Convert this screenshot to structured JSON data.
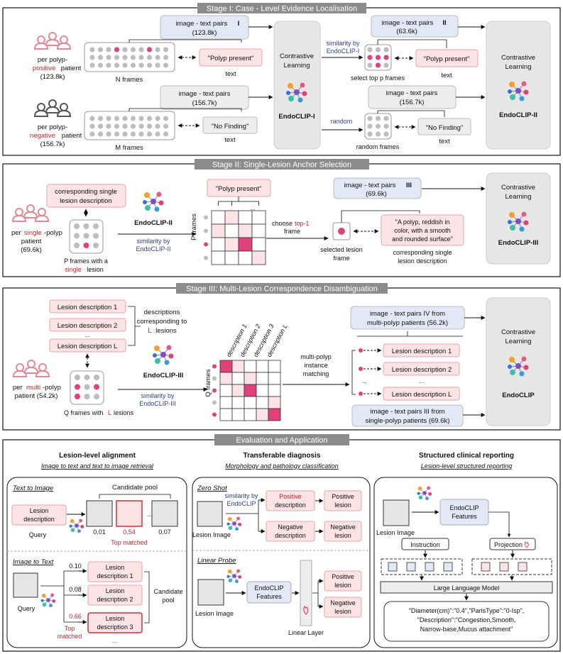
{
  "stage1": {
    "title": "Stage I: Case - Level Evidence Localisation",
    "pos_line1": "per polyp-",
    "pos_line2": "positive",
    "pos_line3": "patient",
    "pos_count": "(123.8k)",
    "neg_line1": "per polyp-",
    "neg_line2": "negative",
    "neg_line3": "patient",
    "neg_count": "(156.7k)",
    "n_frames": "N frames",
    "m_frames": "M frames",
    "pairs_i": "image - text pairs",
    "pairs_i_num": "I",
    "pairs_i_count": "(123.8k)",
    "pairs_neg": "image - text pairs",
    "pairs_neg_count": "(156.7k)",
    "polyp_present": "\"Polyp present\"",
    "no_finding": "\"No Finding\"",
    "text": "text",
    "contrastive_1": "Contrastive",
    "contrastive_2": "Learning",
    "model_1": "EndoCLIP-I",
    "sim_by": "similarity by",
    "sim_model": "EndoCLIP-I",
    "random": "random",
    "select_top": "select top p frames",
    "random_frames": "random frames",
    "pairs_ii": "image - text pairs",
    "pairs_ii_num": "II",
    "pairs_ii_count": "(63.6k)",
    "pairs_neg2_count": "(156.7k)",
    "model_2": "EndoCLIP-II"
  },
  "stage2": {
    "title": "Stage II:  Single-Lesion Anchor Selection",
    "desc_1": "corresponding single",
    "desc_2": "lesion description",
    "patient_1": "per",
    "patient_2": "single",
    "patient_3": "-polyp",
    "patient_4": "patient",
    "patient_count": "(69.6k)",
    "p_frames_1": "P frames with a",
    "p_frames_2": "single",
    "p_frames_3": "lesion",
    "model_in": "EndoCLIP-II",
    "sim_by": "similarity by",
    "sim_model": "EndoCLIP-II",
    "polyp_present": "\"Polyp present\"",
    "p_frames_axis": "P frames",
    "ellipsis": "...",
    "choose_1": "choose",
    "choose_2": "top-1",
    "choose_3": "frame",
    "selected_1": "selected lesion",
    "selected_2": "frame",
    "quote_1": "\"A polyp, reddish in",
    "quote_2": "color, with a smooth",
    "quote_3": "and rounded surface\"",
    "corr_1": "corresponding single",
    "corr_2": "lesion description",
    "pairs": "image - text pairs",
    "pairs_num": "III",
    "pairs_count": "(69.6k)",
    "contrastive_1": "Contrastive",
    "contrastive_2": "Learning",
    "model_out": "EndoCLIP-III"
  },
  "stage3": {
    "title": "Stage III:  Multi-Lesion Correspondence Disambiguation",
    "lesion_1": "Lesion description 1",
    "lesion_2": "Lesion description 2",
    "lesion_l": "Lesion description L",
    "ellipsis": "...",
    "desc_1": "descriptions",
    "desc_2": "corresponding to",
    "desc_3": "L",
    "desc_4": "lesions",
    "patient_1": "per",
    "patient_2": "multi",
    "patient_3": "-polyp",
    "patient_4": "patient (54.2k)",
    "q_frames_1": "Q frames with",
    "q_frames_2": "L",
    "q_frames_3": "lesions",
    "model_in": "EndoCLIP-III",
    "sim_by": "similarity by",
    "sim_model": "EndoCLIP-III",
    "q_frames_axis": "Q frames",
    "col_1": "description 1",
    "col_2": "description 2",
    "col_3": "description 3",
    "col_l": "description L",
    "multi_1": "multi-polyp",
    "multi_2": "instance",
    "multi_3": "matching",
    "pairs_iv_1": "image - text pairs IV from",
    "pairs_iv_2": "multi-polyp patients (56.2k)",
    "pairs_iii_1": "image - text pairs III from",
    "pairs_iii_2": "single-polyp patients (69.6k)",
    "contrastive_1": "Contrastive",
    "contrastive_2": "Learning",
    "model_out": "EndoCLIP"
  },
  "eval": {
    "title": "Evaluation and Application",
    "p1_title": "Lesion-level alignment",
    "p1_sub": "Image to text and text to image retrieval",
    "t2i": "Text to Image",
    "candidate_pool": "Candidate pool",
    "lesion_desc_1": "Lesion",
    "lesion_desc_2": "description",
    "query": "Query",
    "score_1": "0.01",
    "score_2": "0.54",
    "score_3": "0.07",
    "ellipsis": "...",
    "top_matched": "Top matched",
    "i2t": "Image to Text",
    "s_1": "0.10",
    "s_2": "0.08",
    "s_3": "0.66",
    "ld_1a": "Lesion",
    "ld_1b": "description 1",
    "ld_2a": "Lesion",
    "ld_2b": "description 2",
    "ld_3a": "Lesion",
    "ld_3b": "description 3",
    "cand_1": "Candidate",
    "cand_2": "pool",
    "top_1": "Top",
    "top_2": "matched",
    "p2_title": "Transferable diagnosis",
    "p2_sub": "Morphology and pathology classification",
    "zero_shot": "Zero Shot",
    "sim_by": "similarity by",
    "sim_model": "EndoCLIP",
    "pos_desc_1": "Positive",
    "pos_desc_2": "description",
    "neg_desc_1": "Negative",
    "neg_desc_2": "description",
    "pos_lesion_1": "Positive",
    "pos_lesion_2": "lesion",
    "neg_lesion_1": "Negative",
    "neg_lesion_2": "lesion",
    "lesion_image": "Lesion Image",
    "linear_probe": "Linear Probe",
    "feat_1": "EndoCLIP",
    "feat_2": "Features",
    "linear_layer": "Linear Layer",
    "p3_title": "Structured clinical reporting",
    "p3_sub": "Lesion-level structured reporting",
    "instruction": "Instruction",
    "projection": "Projection",
    "llm": "Large Language Model",
    "out_1": "\"Diameter(cm)\":\"0.4\",\"ParisType\":\"0-Isp\",",
    "out_2": "\"Description\":\"Congestion,Smooth,",
    "out_3": "Narrow-base,Mucus attachment\""
  },
  "colors": {
    "pink_fill": "#fbe3e6",
    "pink_stroke": "#e6a3ab",
    "blue_fill": "#e3e8f6",
    "gray_fill": "#eeeeee",
    "red_text": "#c0282d",
    "blue_text": "#2f3f8f",
    "magenta": "#e0417a",
    "banner": "#8c8c8c"
  }
}
